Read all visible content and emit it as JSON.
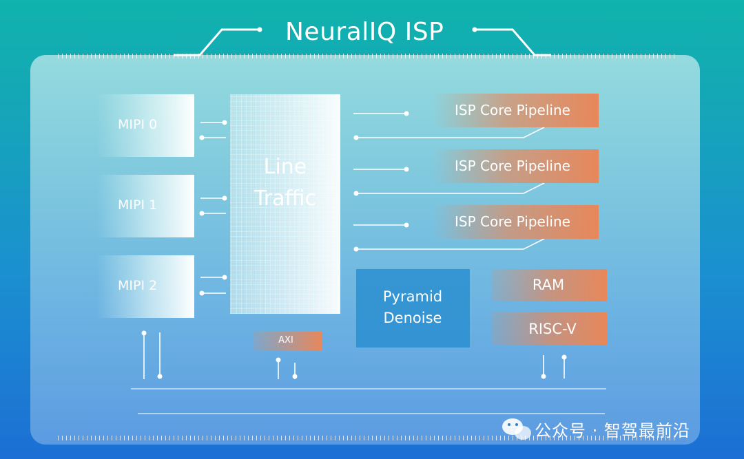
{
  "title": "NeuralIQ ISP",
  "inputs": [
    "MIPI 0",
    "MIPI 1",
    "MIPI 2"
  ],
  "center_block": [
    "Line",
    "Traffic"
  ],
  "pipelines": [
    "ISP Core Pipeline",
    "ISP Core Pipeline",
    "ISP Core Pipeline"
  ],
  "denoise": [
    "Pyramid",
    "Denoise"
  ],
  "memory": [
    "RAM",
    "RISC-V"
  ],
  "bus": "AXI",
  "watermark": "公众号 · 智驾最前沿",
  "colors": {
    "accent_orange": "#e8875a",
    "panel": "#bfe6ee",
    "denoise_block": "#2b8fd0",
    "text": "#ffffff"
  }
}
